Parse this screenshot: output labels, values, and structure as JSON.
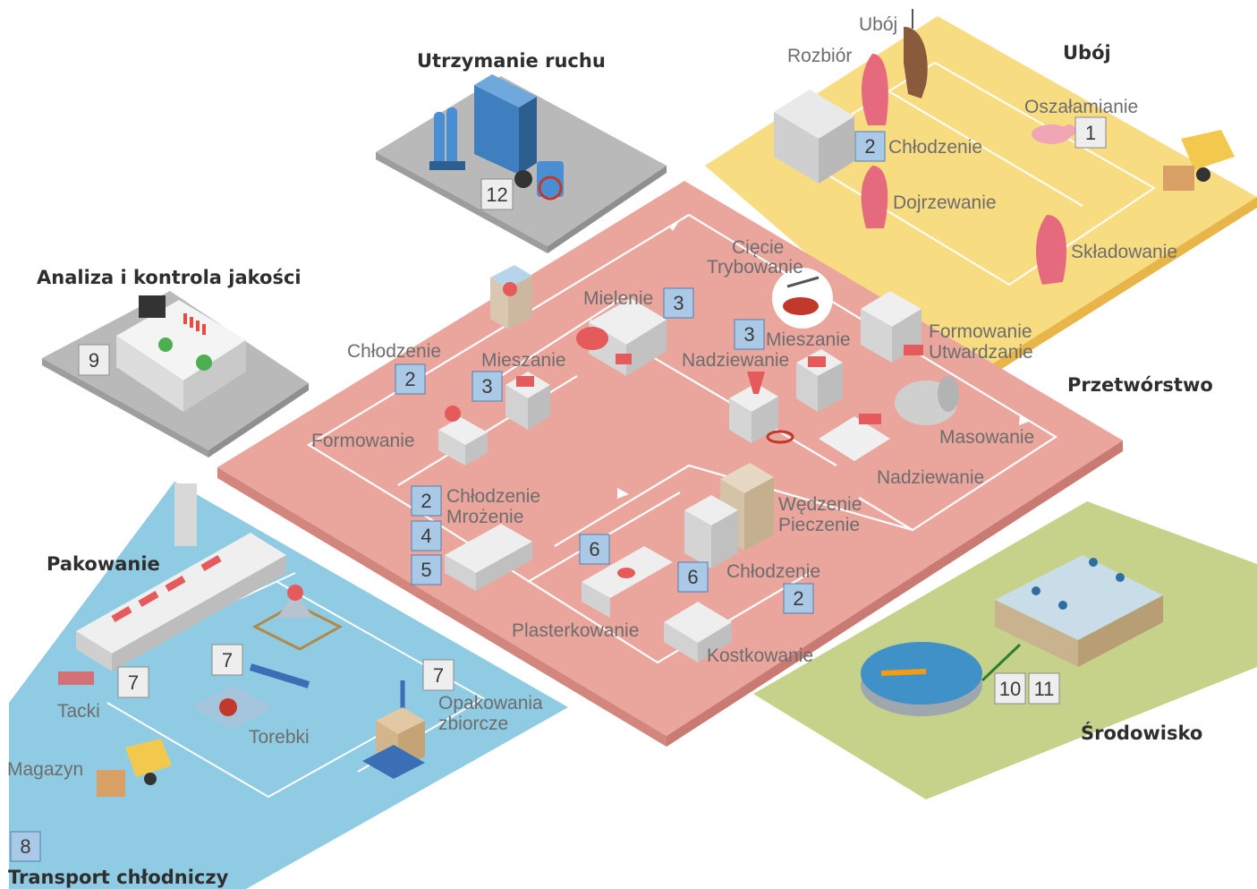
{
  "zones": {
    "maintenance": "Utrzymanie ruchu",
    "slaughter": "Ubój",
    "quality": "Analiza i kontrola jakości",
    "processing": "Przetwórstwo",
    "packaging": "Pakowanie",
    "environment": "Środowisko",
    "transport": "Transport chłodniczy"
  },
  "labels": {
    "uboj": "Ubój",
    "rozbior": "Rozbiór",
    "oszalamianie": "Oszałamianie",
    "chlodzenie_top": "Chłodzenie",
    "dojrzewanie": "Dojrzewanie",
    "skladowanie": "Składowanie",
    "ciecie": "Cięcie",
    "trybowanie": "Trybowanie",
    "mielenie": "Mielenie",
    "mieszanie_right": "Mieszanie",
    "nadziewanie_mid": "Nadziewanie",
    "formowanie_right": "Formowanie",
    "utwardzanie": "Utwardzanie",
    "chlodzenie_left": "Chłodzenie",
    "mieszanie_left": "Mieszanie",
    "formowanie_left": "Formowanie",
    "masowanie": "Masowanie",
    "nadziewanie_right": "Nadziewanie",
    "chlodzenie_mid": "Chłodzenie",
    "mrozenie": "Mrożenie",
    "wedzenie": "Wędzenie",
    "pieczenie": "Pieczenie",
    "chlodzenie_bottom": "Chłodzenie",
    "plasterkowanie": "Plasterkowanie",
    "kostkowanie": "Kostkowanie",
    "tacki": "Tacki",
    "torebki": "Torebki",
    "opakowania": "Opakowania",
    "zbiorcze": "zbiorcze",
    "magazyn": "Magazyn"
  },
  "badges": {
    "b12": "12",
    "b1": "1",
    "b2_top": "2",
    "b9": "9",
    "b2_left": "2",
    "b3_left": "3",
    "b3_mielenie": "3",
    "b3_mieszanie": "3",
    "b2_mid": "2",
    "b4": "4",
    "b5": "5",
    "b6_a": "6",
    "b6_b": "6",
    "b2_bottom": "2",
    "b7_tacki": "7",
    "b7_torebki": "7",
    "b7_zbiorcze": "7",
    "b8": "8",
    "b10": "10",
    "b11": "11"
  },
  "colors": {
    "processing": "#eaa59d",
    "slaughter": "#f8dc82",
    "packaging": "#8fcbe3",
    "environment": "#c6d28a",
    "maintenance": "#b9b9b9",
    "quality": "#b9b9b9",
    "badge_blue": "#a9c9e6",
    "badge_gray": "#eeeeee"
  },
  "icons": [
    "carcass-icon",
    "meat-icon",
    "pig-icon",
    "forklift-icon",
    "cold-room-icon",
    "gas-cylinder-icon",
    "welding-cart-icon",
    "lab-bench-icon",
    "grinder-icon",
    "mixer-icon",
    "filler-icon",
    "tumbler-icon",
    "smoke-oven-icon",
    "freezer-icon",
    "slicer-icon",
    "dicer-icon",
    "tray-sealer-icon",
    "bagging-machine-icon",
    "carton-icon",
    "clarifier-tank-icon",
    "aeration-basin-icon"
  ]
}
